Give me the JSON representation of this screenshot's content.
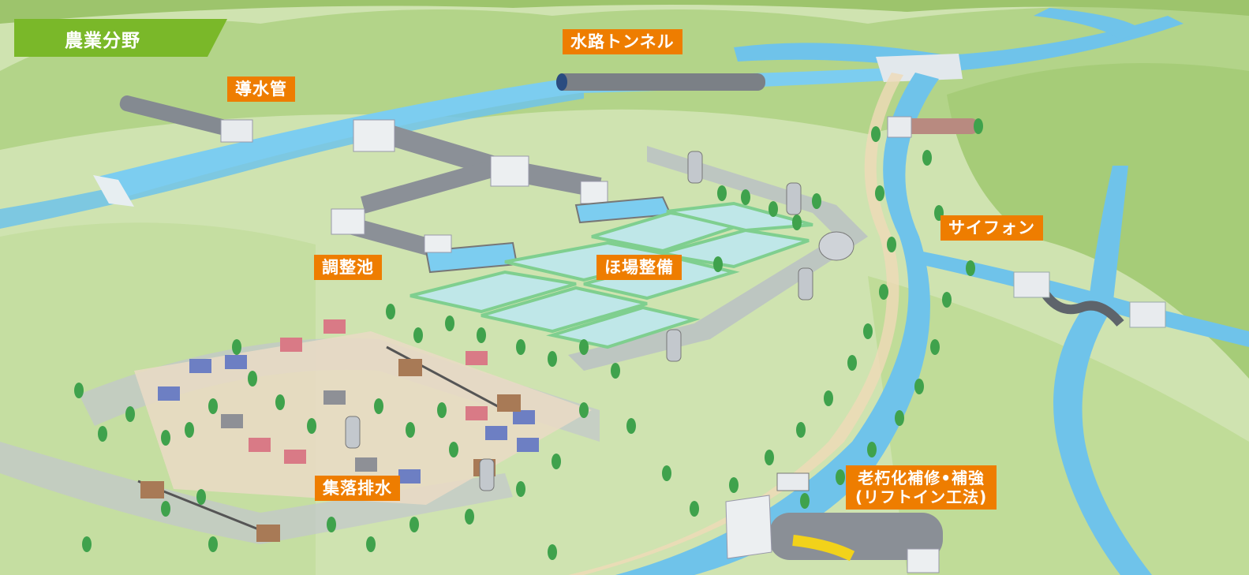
{
  "category": {
    "label": "農業分野"
  },
  "labels": {
    "dosuikan": "導水管",
    "suiro_tunnel": "水路トンネル",
    "chouseichi": "調整池",
    "hojou_seibi": "ほ場整備",
    "siphon": "サイフォン",
    "shuuraku_haisui": "集落排水",
    "rehab_line1": "老朽化補修•補強",
    "rehab_line2": "(リフトイン工法)"
  },
  "colors": {
    "label_bg": "#ee7d00",
    "category_bg": "#7ab829",
    "water": "#6fc3ea",
    "field": "#bfe7e8",
    "grass": "#cfe3b0"
  }
}
